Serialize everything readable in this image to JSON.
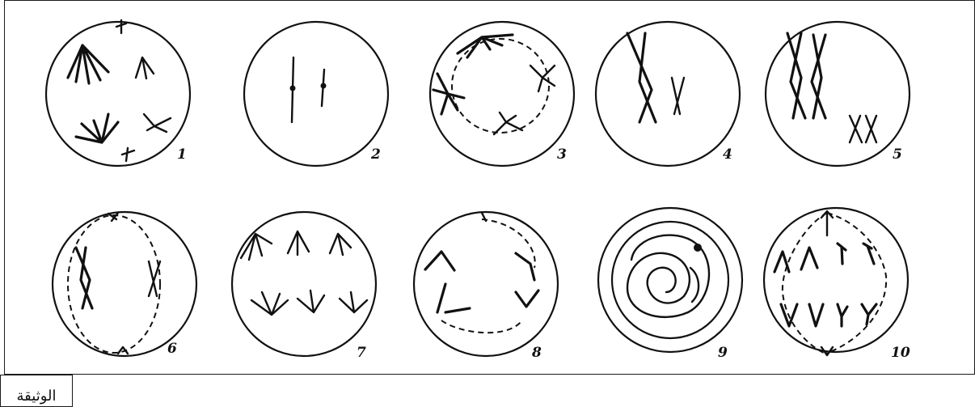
{
  "figure": {
    "cells": [
      {
        "label": "1"
      },
      {
        "label": "2"
      },
      {
        "label": "3"
      },
      {
        "label": "4"
      },
      {
        "label": "5"
      },
      {
        "label": "6"
      },
      {
        "label": "7"
      },
      {
        "label": "8"
      },
      {
        "label": "9"
      },
      {
        "label": "10"
      }
    ]
  },
  "caption": {
    "text": "الوثيقة"
  }
}
